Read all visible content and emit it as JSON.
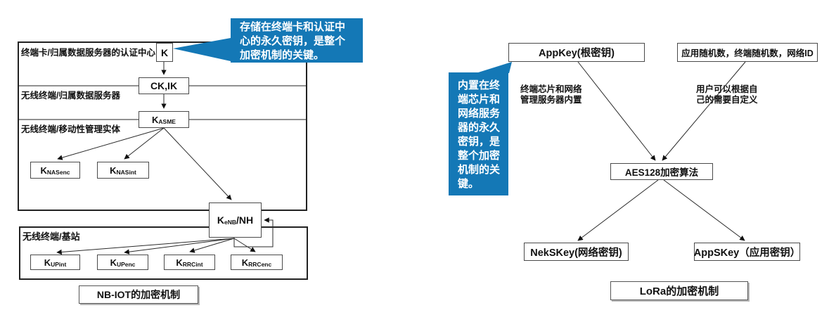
{
  "colors": {
    "callout_blue": "#1478b6",
    "line": "#222222",
    "background": "#ffffff"
  },
  "left": {
    "callout_text": "存储在终端卡和认证中\n心的永久密钥，是整个\n加密机制的关键。",
    "row_labels": [
      "终端卡/归属数据服务器的认证中心",
      "无线终端/归属数据服务器",
      "无线终端/移动性管理实体",
      "无线终端/基站"
    ],
    "nodes": {
      "k": "K",
      "ckik": "CK,IK",
      "kasme": {
        "base": "K",
        "sub": "ASME",
        "suffix": ""
      },
      "knasenc": {
        "base": "K",
        "sub": "NASenc",
        "suffix": ""
      },
      "knasint": {
        "base": "K",
        "sub": "NASint",
        "suffix": ""
      },
      "kenb": {
        "base": "K",
        "sub": "eNB",
        "suffix": "/NH"
      },
      "kupint": {
        "base": "K",
        "sub": "UPint",
        "suffix": ""
      },
      "kupenc": {
        "base": "K",
        "sub": "UPenc",
        "suffix": ""
      },
      "krrcint": {
        "base": "K",
        "sub": "RRCint",
        "suffix": ""
      },
      "krrcenc": {
        "base": "K",
        "sub": "RRCenc",
        "suffix": ""
      }
    },
    "caption": "NB-IOT的加密机制"
  },
  "right": {
    "callout_text": "内置在终\n端芯片和\n网络服务\n器的永久\n密钥，是\n整个加密\n机制的关\n键。",
    "appkey_label": "AppKey(根密钥)",
    "inputs_label": "应用随机数，终端随机数，网络ID",
    "note_left": "终端芯片和网络\n管理服务器内置",
    "note_right": "用户可以根据自\n己的需要自定义",
    "aes_label": "AES128加密算法",
    "nekskey_label": "NekSKey(网络密钥)",
    "appskey_label": "AppSKey（应用密钥）",
    "caption": "LoRa的加密机制"
  }
}
